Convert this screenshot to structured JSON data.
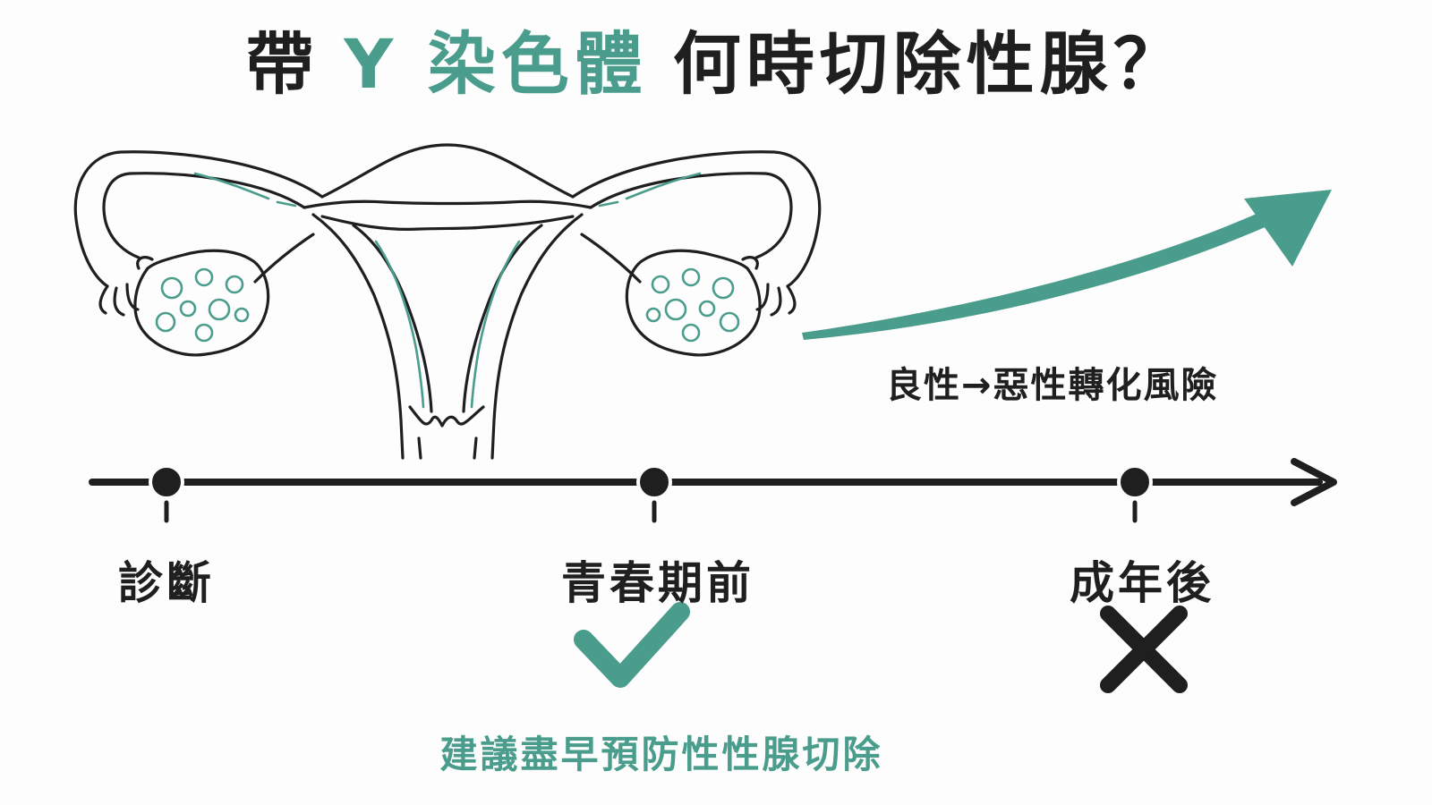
{
  "title": {
    "prefix": "帶",
    "accent": "Y 染色體",
    "suffix": "何時切除性腺？"
  },
  "risk_label": "良性→惡性轉化風險",
  "timeline": {
    "milestones": [
      {
        "label": "診斷"
      },
      {
        "label": "青春期前"
      },
      {
        "label": "成年後"
      }
    ]
  },
  "recommendation": "建議盡早預防性性腺切除",
  "icons": {
    "illustration": "uterus-ovaries-illustration",
    "check": "check-icon",
    "cross": "cross-icon",
    "risk_arrow": "rising-arrow-icon"
  },
  "colors": {
    "accent": "#4a9d8c",
    "ink": "#1f1f1f"
  }
}
